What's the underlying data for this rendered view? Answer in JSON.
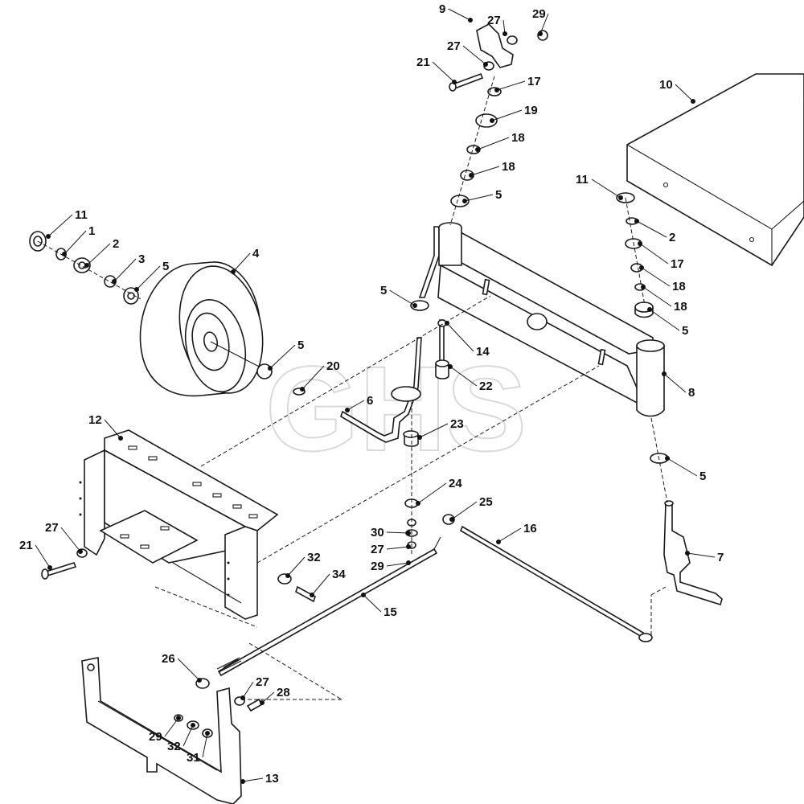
{
  "watermark": "GHS",
  "callouts": [
    {
      "id": "c9a",
      "label": "9"
    },
    {
      "id": "c27a",
      "label": "27"
    },
    {
      "id": "c29a",
      "label": "29"
    },
    {
      "id": "c27b",
      "label": "27"
    },
    {
      "id": "c21a",
      "label": "21"
    },
    {
      "id": "c17a",
      "label": "17"
    },
    {
      "id": "c19",
      "label": "19"
    },
    {
      "id": "c18a",
      "label": "18"
    },
    {
      "id": "c18b",
      "label": "18"
    },
    {
      "id": "c5a",
      "label": "5"
    },
    {
      "id": "c10",
      "label": "10"
    },
    {
      "id": "c11a",
      "label": "11"
    },
    {
      "id": "c2a",
      "label": "2"
    },
    {
      "id": "c17b",
      "label": "17"
    },
    {
      "id": "c18c",
      "label": "18"
    },
    {
      "id": "c18d",
      "label": "18"
    },
    {
      "id": "c5b",
      "label": "5"
    },
    {
      "id": "c8",
      "label": "8"
    },
    {
      "id": "c11b",
      "label": "11"
    },
    {
      "id": "c1",
      "label": "1"
    },
    {
      "id": "c2b",
      "label": "2"
    },
    {
      "id": "c3",
      "label": "3"
    },
    {
      "id": "c5c",
      "label": "5"
    },
    {
      "id": "c4",
      "label": "4"
    },
    {
      "id": "c5d",
      "label": "5"
    },
    {
      "id": "c14",
      "label": "14"
    },
    {
      "id": "c5e",
      "label": "5"
    },
    {
      "id": "c20",
      "label": "20"
    },
    {
      "id": "c22",
      "label": "22"
    },
    {
      "id": "c6",
      "label": "6"
    },
    {
      "id": "c23",
      "label": "23"
    },
    {
      "id": "c12",
      "label": "12"
    },
    {
      "id": "c5f",
      "label": "5"
    },
    {
      "id": "c24",
      "label": "24"
    },
    {
      "id": "c25",
      "label": "25"
    },
    {
      "id": "c16",
      "label": "16"
    },
    {
      "id": "c30",
      "label": "30"
    },
    {
      "id": "c27c",
      "label": "27"
    },
    {
      "id": "c29b",
      "label": "29"
    },
    {
      "id": "c7",
      "label": "7"
    },
    {
      "id": "c27d",
      "label": "27"
    },
    {
      "id": "c21b",
      "label": "21"
    },
    {
      "id": "c32a",
      "label": "32"
    },
    {
      "id": "c34",
      "label": "34"
    },
    {
      "id": "c15",
      "label": "15"
    },
    {
      "id": "c26",
      "label": "26"
    },
    {
      "id": "c27e",
      "label": "27"
    },
    {
      "id": "c28",
      "label": "28"
    },
    {
      "id": "c29c",
      "label": "29"
    },
    {
      "id": "c32b",
      "label": "32"
    },
    {
      "id": "c31",
      "label": "31"
    },
    {
      "id": "c13",
      "label": "13"
    }
  ]
}
